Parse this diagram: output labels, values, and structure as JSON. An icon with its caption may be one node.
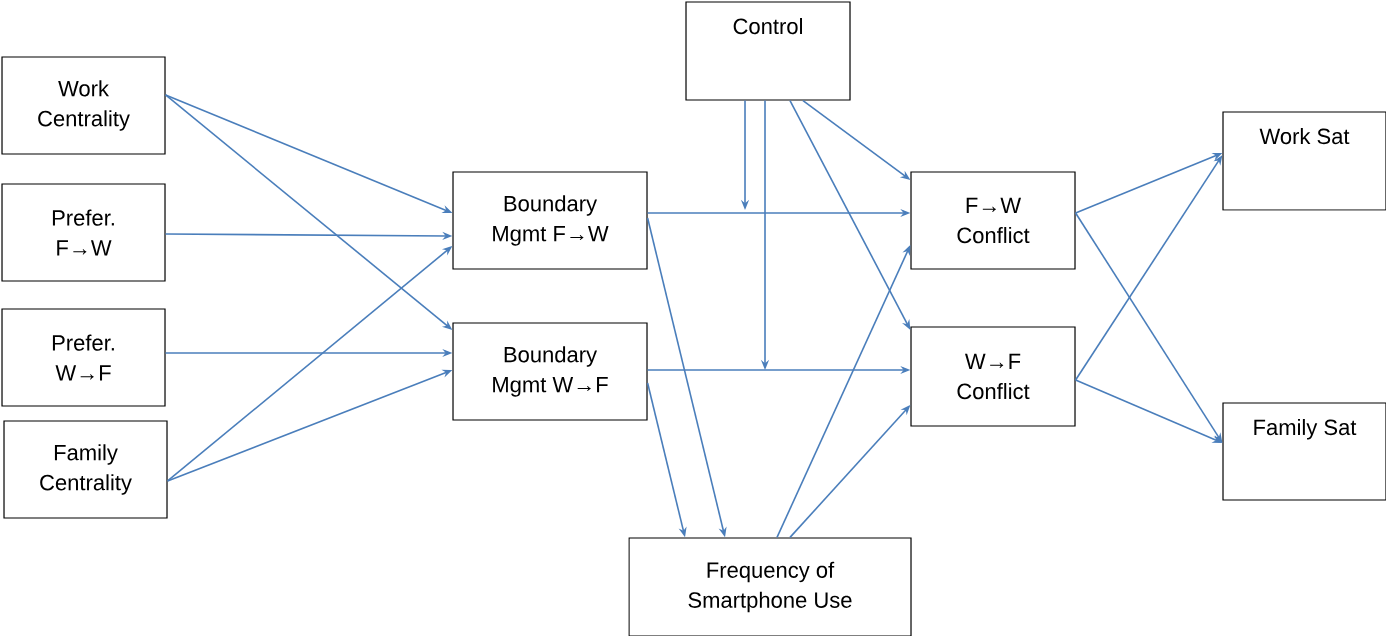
{
  "diagram": {
    "nodes": [
      {
        "text": [
          "Work Centrality"
        ]
      },
      {
        "text": [
          "Prefer. F→W"
        ]
      },
      {
        "text": [
          "Prefer. W→F"
        ]
      },
      {
        "text": [
          "Family Centrality"
        ]
      },
      {
        "text": [
          "Boundary Mgmt F→W"
        ]
      },
      {
        "text": [
          "Boundary Mgmt W→F"
        ]
      },
      {
        "text": [
          "Control"
        ]
      },
      {
        "text": [
          "F→W Conflict"
        ]
      },
      {
        "text": [
          "W→F Conflict"
        ]
      },
      {
        "text": [
          "Work Sat"
        ]
      },
      {
        "text": [
          "Family Sat"
        ]
      },
      {
        "text": [
          "Frequency of Smartphone Use"
        ]
      }
    ],
    "edges": [
      {
        "from": 0,
        "to": 4,
        "arrow": "to"
      },
      {
        "from": 0,
        "to": 5,
        "arrow": "to"
      },
      {
        "from": 1,
        "to": 4,
        "arrow": "to"
      },
      {
        "from": 2,
        "to": 5,
        "arrow": "to"
      },
      {
        "from": 3,
        "to": 4,
        "arrow": "to"
      },
      {
        "from": 3,
        "to": 5,
        "arrow": "to"
      },
      {
        "from": 4,
        "to": 7,
        "arrow": "to"
      },
      {
        "from": 5,
        "to": 8,
        "arrow": "to"
      },
      {
        "from": 4,
        "to": 11,
        "arrow": "to"
      },
      {
        "from": 5,
        "to": 11,
        "arrow": "to"
      },
      {
        "from": 11,
        "to": 7,
        "arrow": "to"
      },
      {
        "from": 11,
        "to": 8,
        "arrow": "to"
      },
      {
        "from": 6,
        "to": 7,
        "arrow": "to"
      },
      {
        "from": 6,
        "to": 8,
        "arrow": "to"
      },
      {
        "from": 6,
        "to": null,
        "arrow": "to"
      },
      {
        "from": 6,
        "to": null,
        "arrow": "to"
      },
      {
        "from": 7,
        "to": 9,
        "arrow": "to"
      },
      {
        "from": 7,
        "to": 10,
        "arrow": "to"
      },
      {
        "from": 8,
        "to": 9,
        "arrow": "to"
      },
      {
        "from": 8,
        "to": 10,
        "arrow": "to"
      }
    ]
  }
}
